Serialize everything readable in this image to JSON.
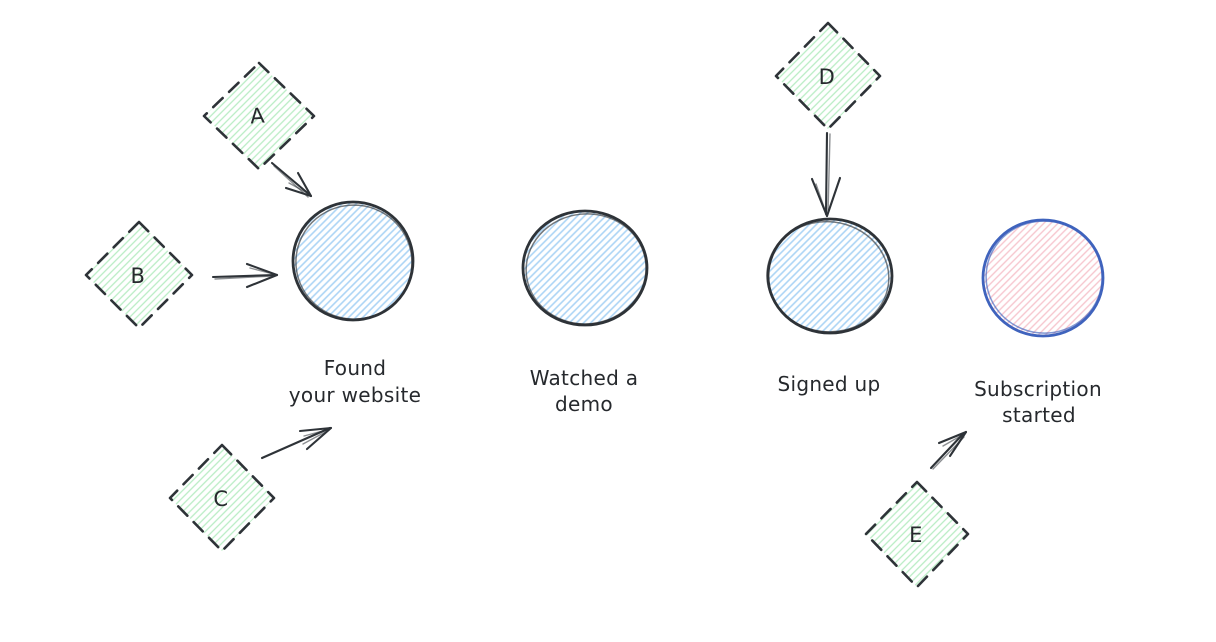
{
  "canvas": {
    "background": "#ffffff"
  },
  "colors": {
    "ink": "#2e3338",
    "diamond_fill": "#b9ecc4",
    "stage_fill": "#abd4f5",
    "subscription_fill": "#f6c6ce",
    "subscription_stroke": "#3f63bd"
  },
  "diamonds": [
    {
      "id": "A",
      "label": "A"
    },
    {
      "id": "B",
      "label": "B"
    },
    {
      "id": "C",
      "label": "C"
    },
    {
      "id": "D",
      "label": "D"
    },
    {
      "id": "E",
      "label": "E"
    }
  ],
  "stages": [
    {
      "id": "found_website",
      "line1": "Found",
      "line2": "your website"
    },
    {
      "id": "watched_demo",
      "line1": "Watched a",
      "line2": "demo"
    },
    {
      "id": "signed_up",
      "line1": "Signed up"
    },
    {
      "id": "subscription_started",
      "line1": "Subscription",
      "line2": "started"
    }
  ],
  "arrows": [
    {
      "from": "A",
      "to": "Found your website"
    },
    {
      "from": "B",
      "to": "Found your website"
    },
    {
      "from": "C",
      "to": "Found your website"
    },
    {
      "from": "D",
      "to": "Signed up"
    },
    {
      "from": "E",
      "to": "Subscription started"
    }
  ]
}
